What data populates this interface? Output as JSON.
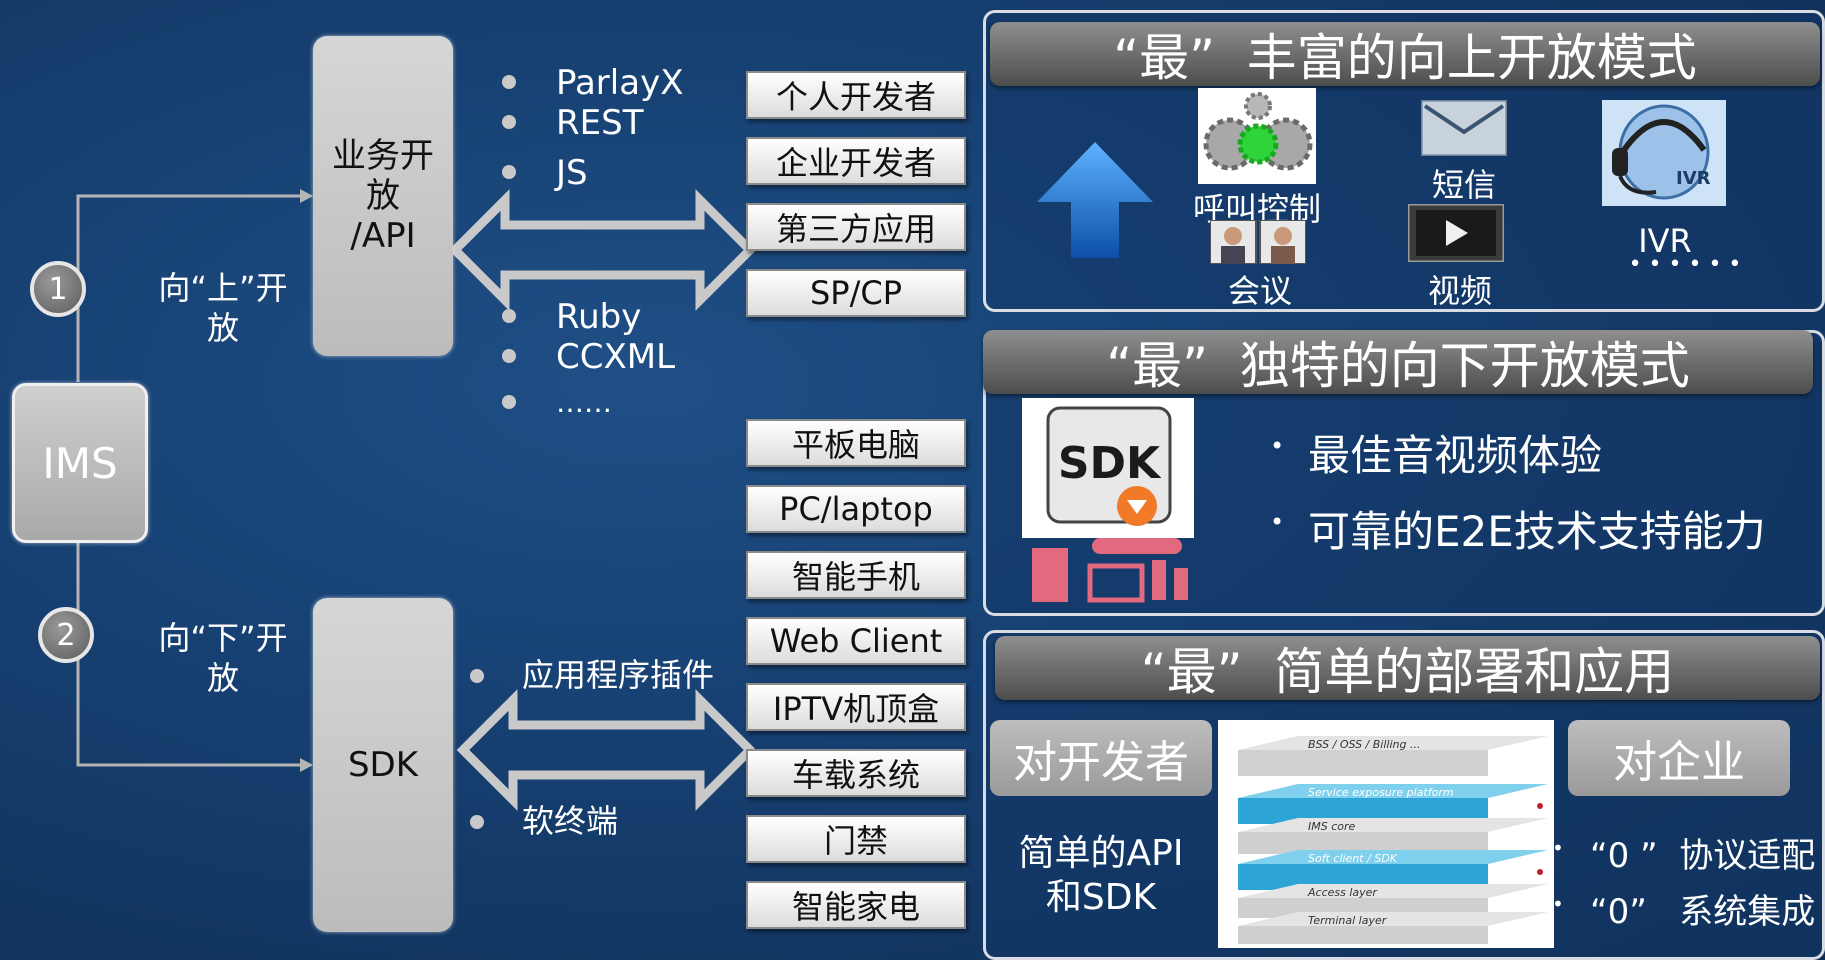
{
  "left": {
    "ims_label": "IMS",
    "step1_num": "1",
    "step1_text_a": "向“上”开",
    "step1_text_b": "放",
    "step2_num": "2",
    "step2_text_a": "向“下”开",
    "step2_text_b": "放",
    "api_box_lines": [
      "业务开",
      "放",
      "/API"
    ],
    "sdk_box": "SDK",
    "api_list_top": [
      "ParlayX",
      "REST",
      "JS"
    ],
    "api_list_bottom": [
      "Ruby",
      "CCXML",
      "……"
    ],
    "sdk_list": [
      "应用程序插件",
      "软终端"
    ],
    "tags_top": [
      "个人开发者",
      "企业开发者",
      "第三方应用",
      "SP/CP"
    ],
    "tags_bottom": [
      "平板电脑",
      "PC/laptop",
      "智能手机",
      "Web Client",
      "IPTV机顶盒",
      "车载系统",
      "门禁",
      "智能家电"
    ]
  },
  "panel1": {
    "title": "“最”  丰富的向上开放模式",
    "items": [
      "呼叫控制",
      "会议",
      "短信",
      "视频",
      "IVR"
    ],
    "more": "• • • • • •",
    "icon_ivr_text": "IVR"
  },
  "panel2": {
    "title": "“最”  独特的向下开放模式",
    "sdk_icon_text": "SDK",
    "bullets": [
      "最佳音视频体验",
      "可靠的E2E技术支持能力"
    ]
  },
  "panel3": {
    "title": "“最”  简单的部署和应用",
    "dev_button": "对开发者",
    "dev_text_lines": [
      "简单的API",
      "和SDK"
    ],
    "ent_button": "对企业",
    "ent_bullets": [
      "“0 ”  协议适配",
      "“0”   系统集成"
    ],
    "layers": [
      "BSS / OSS / Billing ...",
      "Service exposure platform",
      "IMS core",
      "Soft client / SDK",
      "Access layer",
      "Terminal layer"
    ]
  },
  "colors": {
    "bg": "#163f70",
    "accent_arrow": "#2f86e0",
    "layer_highlight": "#2ea3d6"
  }
}
